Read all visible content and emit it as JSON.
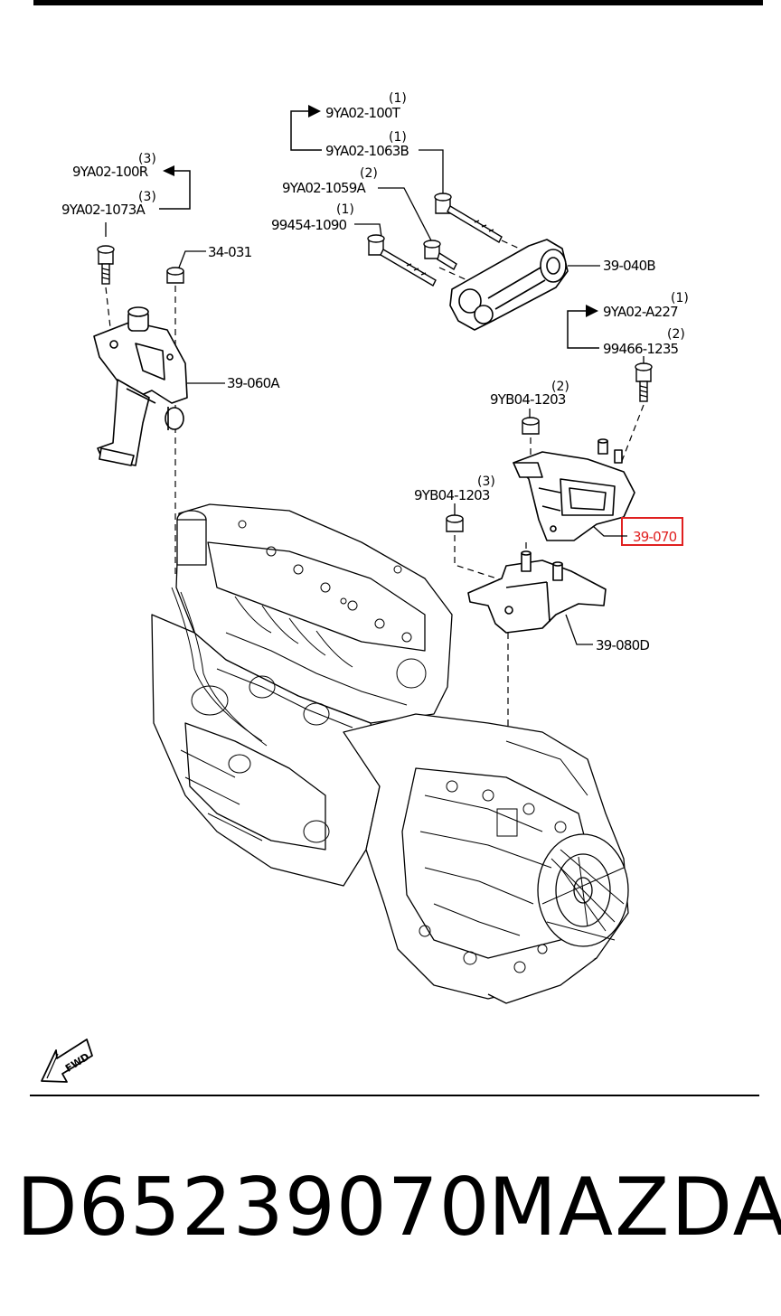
{
  "callouts": {
    "c1": {
      "qty": "(1)",
      "code": "9YA02-100T"
    },
    "c2": {
      "qty": "(1)",
      "code": "9YA02-1063B"
    },
    "c3": {
      "qty": "(2)",
      "code": "9YA02-1059A"
    },
    "c4": {
      "qty": "(1)",
      "code": "99454-1090"
    },
    "c5": {
      "qty": "(3)",
      "code": "9YA02-100R"
    },
    "c6": {
      "qty": "(3)",
      "code": "9YA02-1073A"
    },
    "c7": {
      "code": "34-031"
    },
    "c8": {
      "code": "39-040B"
    },
    "c9": {
      "code": "39-060A"
    },
    "c10": {
      "qty": "(1)",
      "code": "9YA02-A227"
    },
    "c11": {
      "qty": "(2)",
      "code": "99466-1235"
    },
    "c12": {
      "qty": "(2)",
      "code": "9YB04-1203"
    },
    "c13": {
      "qty": "(3)",
      "code": "9YB04-1203"
    },
    "c14": {
      "code": "39-070"
    },
    "c15": {
      "code": "39-080D"
    }
  },
  "fwd": "FWD",
  "footer": {
    "part_number": "D65239070",
    "brand": "MAZDA"
  },
  "colors": {
    "highlight": "#e02020",
    "ink": "#000000"
  }
}
